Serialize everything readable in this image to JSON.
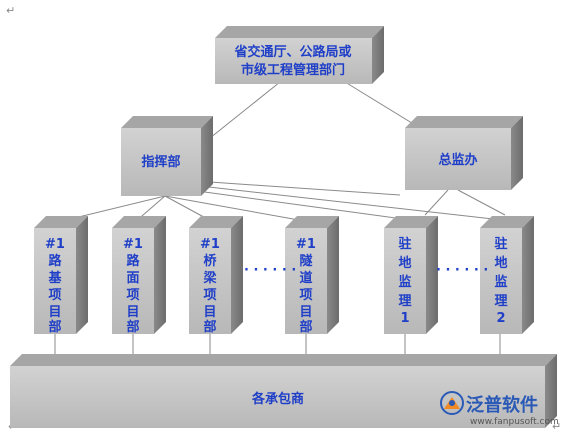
{
  "diagram": {
    "top": {
      "line1": "省交通厅、公路局或",
      "line2": "市级工程管理部门"
    },
    "command": "指挥部",
    "supervisor": "总监办",
    "projects": [
      {
        "lines": [
          "#1",
          "路",
          "基",
          "项",
          "目",
          "部"
        ]
      },
      {
        "lines": [
          "#1",
          "路",
          "面",
          "项",
          "目",
          "部"
        ]
      },
      {
        "lines": [
          "#1",
          "桥",
          "梁",
          "项",
          "目",
          "部"
        ]
      },
      {
        "lines": [
          "#1",
          "隧",
          "道",
          "项",
          "目",
          "部"
        ]
      }
    ],
    "site_supervisors": [
      {
        "lines": [
          "驻",
          "地",
          "监",
          "理",
          "1"
        ]
      },
      {
        "lines": [
          "驻",
          "地",
          "监",
          "理",
          "2"
        ]
      }
    ],
    "ellipsis": "· · · · · ·",
    "contractors": "各承包商"
  },
  "watermark": {
    "brand": "泛普软件",
    "url": "www.fanpusoft.com"
  },
  "paragraph_mark": "↵",
  "colors": {
    "box_front": "#c4c4c4",
    "box_top": "#9e9e9e",
    "box_side": "#7a7a7a",
    "text": "#1f3fc8"
  }
}
